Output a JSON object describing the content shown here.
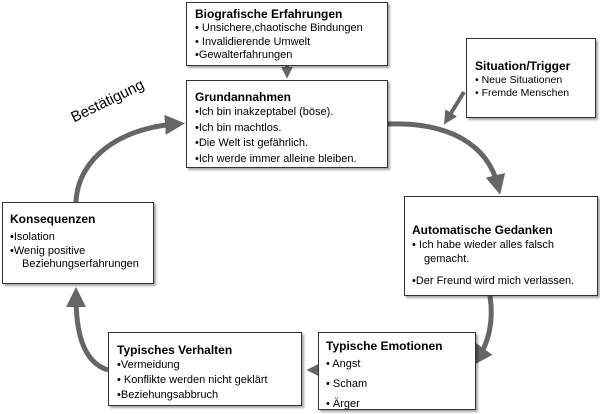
{
  "boxes": {
    "biografische": {
      "title": "Biografische Erfahrungen",
      "items": [
        "• Unsichere,chaotische Bindungen",
        "• Invalidierende Umwelt",
        "•Gewalterfahrungen"
      ]
    },
    "grundannahmen": {
      "title": "Grundannahmen",
      "items": [
        "•Ich bin inakzeptabel (böse).",
        "•Ich bin machtlos.",
        "•Die Welt ist gefährlich.",
        "•Ich werde immer alleine bleiben."
      ]
    },
    "situation": {
      "title": "Situation/Trigger",
      "items": [
        "• Neue Situationen",
        "• Fremde Menschen"
      ]
    },
    "automatische": {
      "title": "Automatische Gedanken",
      "items": [
        "• Ich habe wieder alles falsch",
        "gemacht.",
        "•Der Freund wird mich verlassen."
      ]
    },
    "emotionen": {
      "title": "Typische Emotionen",
      "items": [
        "• Angst",
        "• Scham",
        "• Ärger"
      ]
    },
    "verhalten": {
      "title": "Typisches Verhalten",
      "items": [
        "•Vermeidung",
        "• Konflikte werden nicht geklärt",
        "•Beziehungsabbruch"
      ]
    },
    "konsequenzen": {
      "title": "Konsequenzen",
      "items": [
        "•Isolation",
        "•Wenig positive",
        "Beziehungserfahrungen"
      ]
    }
  },
  "labels": {
    "bestaetigung": "Bestätigung"
  },
  "colors": {
    "arrow": "#666666",
    "border": "#333333"
  }
}
